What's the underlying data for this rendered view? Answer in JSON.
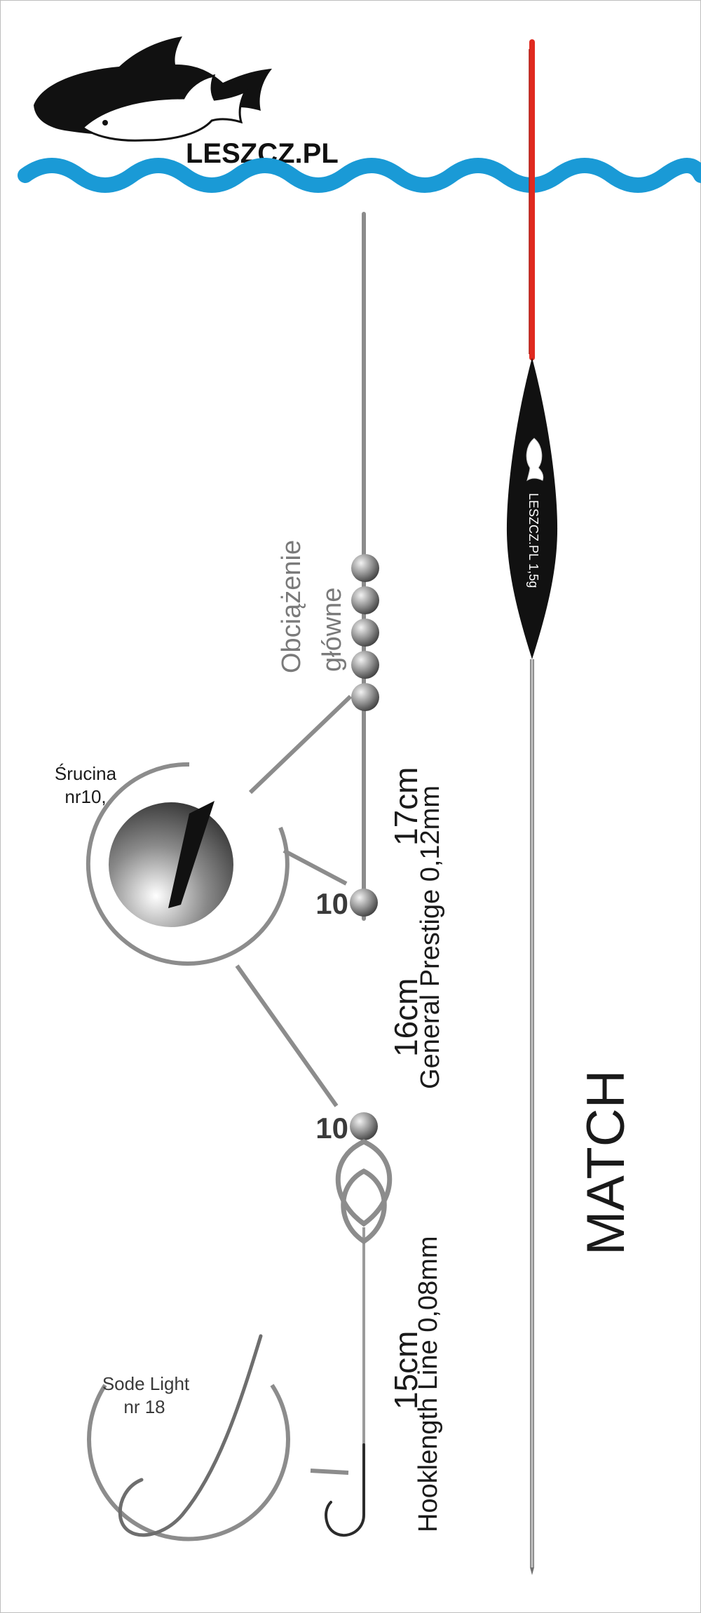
{
  "brand": {
    "logo_text": "LESZCZ.PL",
    "float_label": "LESZCZ.PL 1,5g"
  },
  "rig": {
    "main_weight_label_line1": "Obciążenie",
    "main_weight_label_line2": "główne",
    "shot_label_line1": "Śrucina",
    "shot_label_line2": "nr10,",
    "shot_number_1": "10",
    "shot_number_2": "10",
    "hook_label_line1": "Sode Light",
    "hook_label_line2": "nr 18",
    "segment_1_length": "17cm",
    "segment_2_length": "16cm",
    "main_line": "General Prestige 0,12mm",
    "segment_3_length": "15cm",
    "hooklength_line": "Hooklength Line 0,08mm",
    "rig_type": "MATCH"
  },
  "colors": {
    "water": "#1a9ad6",
    "float_tip": "#e02a1f",
    "float_body": "#111111",
    "line": "#8c8c8c",
    "text_gray": "#7a7a7a",
    "text_dark": "#1a1a1a"
  }
}
